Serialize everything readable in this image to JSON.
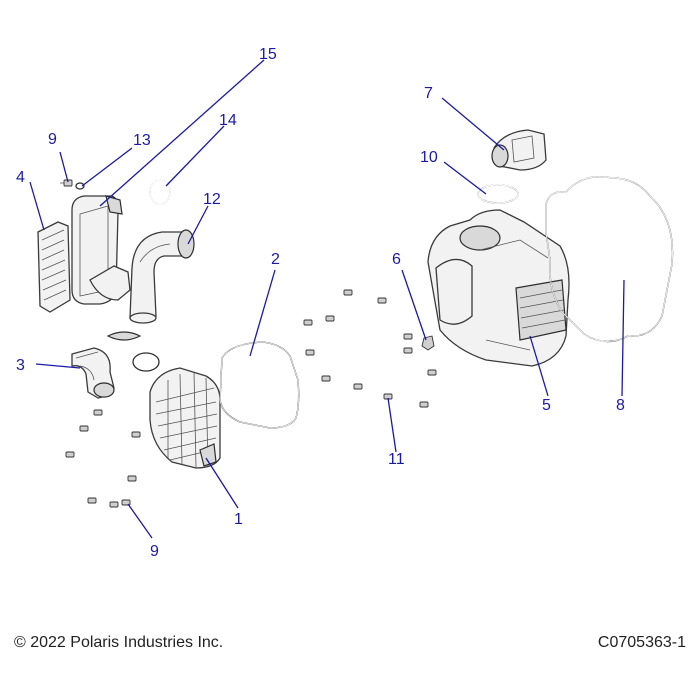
{
  "callouts": {
    "c1": "1",
    "c2": "2",
    "c3": "3",
    "c4": "4",
    "c5": "5",
    "c6": "6",
    "c7": "7",
    "c8": "8",
    "c9a": "9",
    "c9b": "9",
    "c10": "10",
    "c11": "11",
    "c12": "12",
    "c13": "13",
    "c14": "14",
    "c15": "15"
  },
  "footer": {
    "copyright": "© 2022 Polaris Industries Inc.",
    "diagram_id": "C0705363-1"
  }
}
